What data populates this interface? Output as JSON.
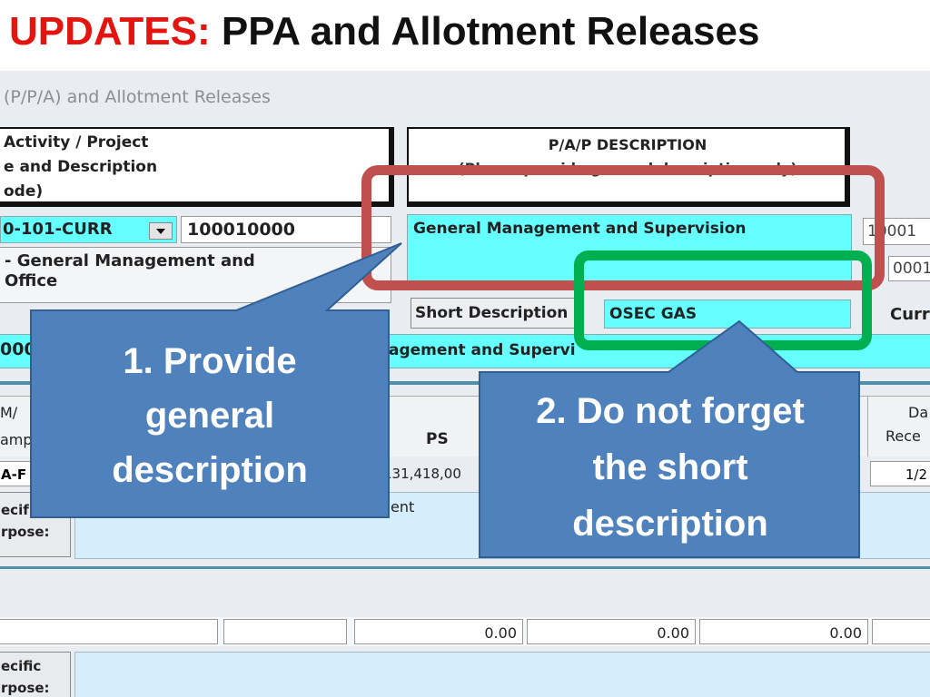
{
  "slide": {
    "title_prefix": "UPDATES:",
    "title_rest": "PPA and Allotment Releases"
  },
  "window": {
    "title": "(P/P/A) and Allotment Releases"
  },
  "left_header": {
    "line1": "Activity / Project",
    "line2": "e and Description",
    "line3": "ode)"
  },
  "pap_header": {
    "title": "P/A/P DESCRIPTION",
    "subtitle": "(Please provide general description only)"
  },
  "code_select": {
    "value": "0-101-CURR",
    "code": "100010000"
  },
  "program_name": {
    "line1": "- General Management and",
    "line2": "Office"
  },
  "pap_description": {
    "value": "General Management and Supervision"
  },
  "right_codes": {
    "code1": "10001",
    "code2": "0001"
  },
  "short_description": {
    "label": "Short Description",
    "value": "OSEC GAS",
    "right_label": "Curr"
  },
  "cyan_row": {
    "left": "000",
    "text": "agement and Supervi"
  },
  "table": {
    "head_left_1": "M/",
    "head_left_2": "amp",
    "col_ps": "PS",
    "col_date_1": "Da",
    "col_date_2": "Rece",
    "row_left": "A-F",
    "ps_value": "131,418,00",
    "date_value": "1/2"
  },
  "purpose": {
    "label1": "ecif",
    "label2": "rpose:",
    "text": "ent"
  },
  "totals": {
    "v1": "0.00",
    "v2": "0.00",
    "v3": "0.00"
  },
  "purpose2": {
    "label1": "ecific",
    "label2": "rpose:"
  },
  "callout1": {
    "line1": "1. Provide",
    "line2": "general",
    "line3": "description"
  },
  "callout2": {
    "line1": "2. Do not forget",
    "line2": "the short",
    "line3": "description"
  },
  "colors": {
    "highlight_red": "#c0504d",
    "highlight_green": "#00b050",
    "callout_fill": "#4f81bd",
    "title_red": "#e4140f"
  }
}
